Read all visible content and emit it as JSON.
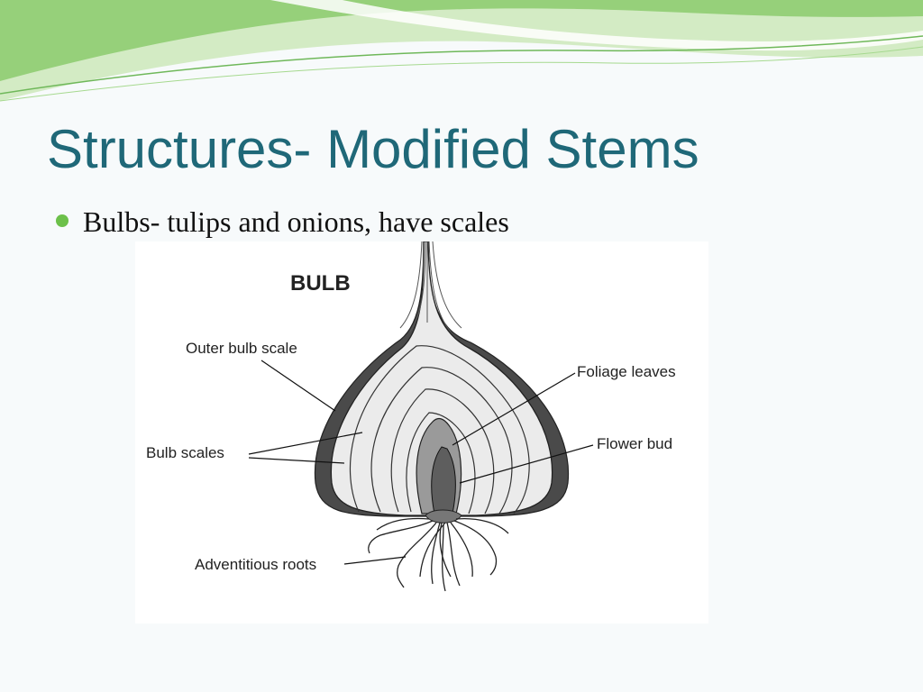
{
  "slide": {
    "title": "Structures- Modified Stems",
    "bullets": [
      "Bulbs- tulips and onions, have scales"
    ]
  },
  "figure": {
    "heading": "BULB",
    "labels": {
      "outer_scale": "Outer bulb scale",
      "bulb_scales": "Bulb scales",
      "foliage_leaves": "Foliage leaves",
      "flower_bud": "Flower bud",
      "adventitious_roots": "Adventitious roots"
    }
  },
  "colors": {
    "title": "#1f6878",
    "bullet": "#6cc04a",
    "banner_light": "#d3ebc4",
    "banner_dark": "#8ccd6e"
  }
}
